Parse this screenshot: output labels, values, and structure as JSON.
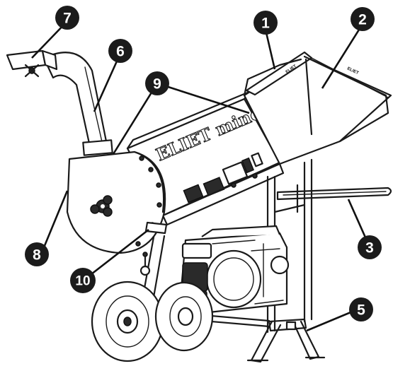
{
  "brand": {
    "logo_text": "ELIET minor",
    "hopper_decal_top": "ELIET",
    "hopper_decal_side": "ELIET"
  },
  "callouts": [
    {
      "id": 1,
      "label": "1"
    },
    {
      "id": 2,
      "label": "2"
    },
    {
      "id": 3,
      "label": "3"
    },
    {
      "id": 5,
      "label": "5"
    },
    {
      "id": 6,
      "label": "6"
    },
    {
      "id": 7,
      "label": "7"
    },
    {
      "id": 8,
      "label": "8"
    },
    {
      "id": 9,
      "label": "9"
    },
    {
      "id": 10,
      "label": "10"
    }
  ],
  "colors": {
    "badge": "#1b1b1b",
    "line": "#1a1a1a",
    "background": "#ffffff"
  }
}
